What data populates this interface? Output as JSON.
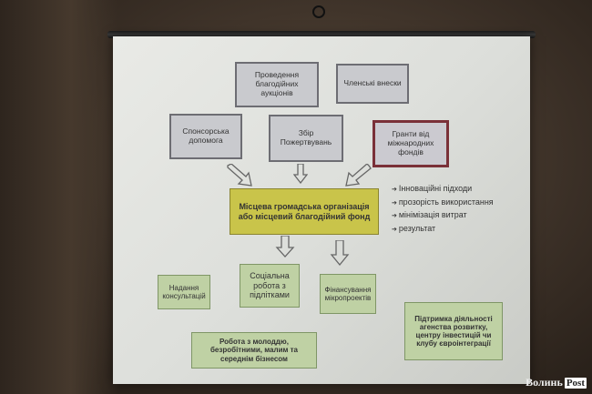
{
  "slide": {
    "boxes": {
      "auctions": "Проведення благодійних аукціонів",
      "membership": "Членські внески",
      "sponsorship": "Спонсорська допомога",
      "donations": "Збір Пожертвувань",
      "grants": "Гранти від міжнародних фондів",
      "organization": "Місцева громадська організація або місцевий благодійний фонд",
      "consulting": "Надання консультацій",
      "social_work": "Соціальна робота з підлітками",
      "microprojects": "Фінансування мікропроектів",
      "support": "Підтримка діяльності агенства розвитку, центру інвестицій чи клубу євроінтеграції",
      "youth": "Робота з молоддю, безробітними, малим та середнім бізнесом"
    },
    "bullets": [
      "Інноваційні підходи",
      "прозорість використання",
      "мінімізація витрат",
      "результат"
    ]
  },
  "watermark": {
    "brand": "Волинь",
    "brand_suffix": "Post"
  }
}
